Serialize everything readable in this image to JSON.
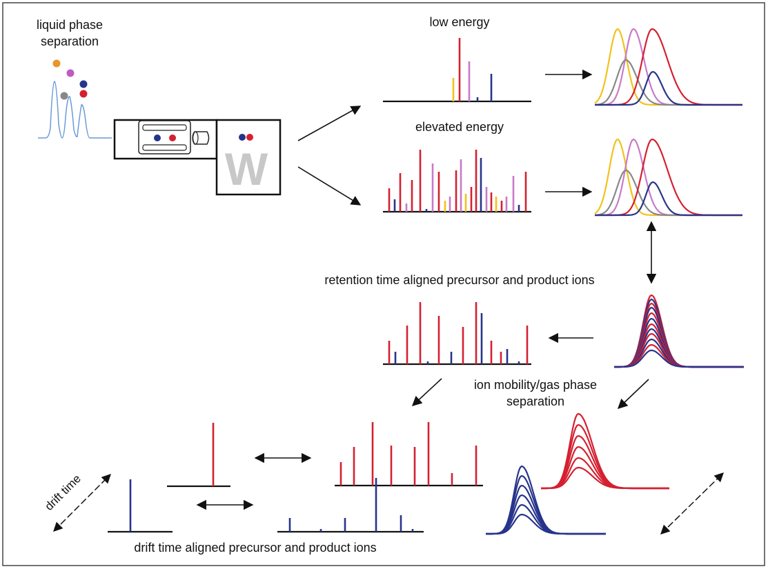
{
  "labels": {
    "liquid_phase_1": "liquid phase",
    "liquid_phase_2": "separation",
    "low_energy": "low energy",
    "elevated_energy": "elevated energy",
    "retention_time": "retention time aligned precursor and product ions",
    "ion_mobility_1": "ion mobility/gas phase",
    "ion_mobility_2": "separation",
    "drift_time_axis": "drift time",
    "drift_time_aligned": "drift  time aligned precursor and product ions",
    "instrument_logo": "W"
  },
  "colors": {
    "red": "#d42030",
    "blue": "#27348b",
    "violet": "#c87ac8",
    "yellow": "#f2c21b",
    "gray": "#888888",
    "orange": "#e8962a",
    "outline": "#222222",
    "logo": "#c8c8c8",
    "chromatogram": "#6a9ad6"
  },
  "icons": [
    "arrow-icon",
    "double-arrow-icon",
    "analyte-dot-icon"
  ]
}
